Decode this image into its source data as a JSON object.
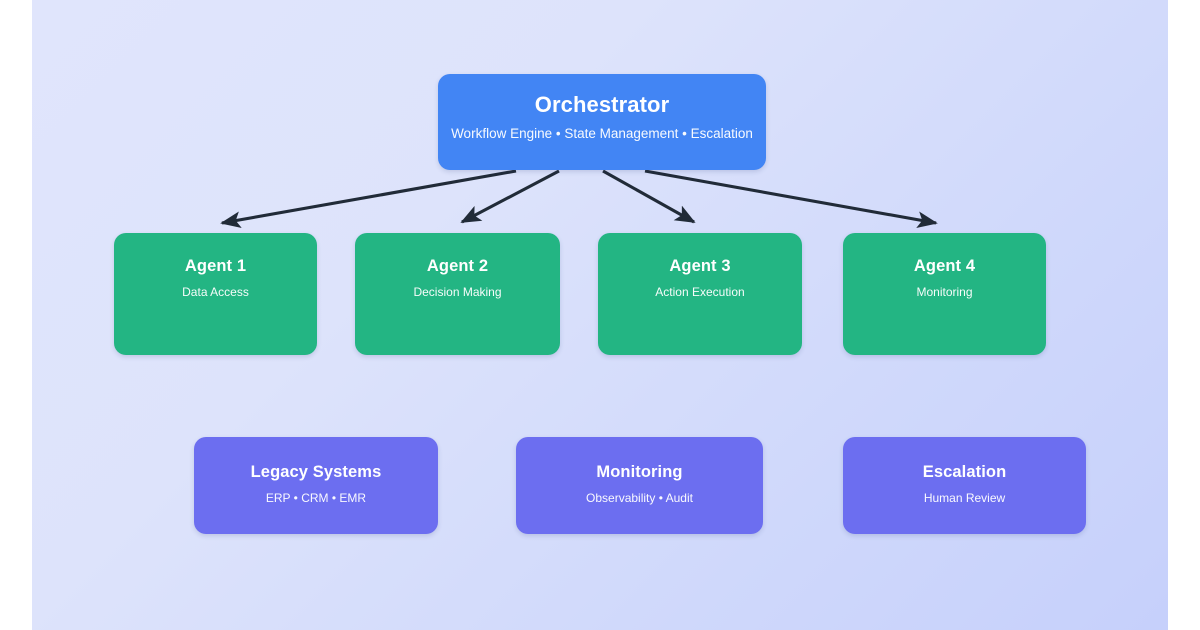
{
  "diagram": {
    "type": "orchestration-hierarchy",
    "background_color": "#dde3fb",
    "background_gradient_from": "#e0e5fc",
    "background_gradient_to": "#c6d0fb",
    "page_background": "#ffffff"
  },
  "orchestrator": {
    "title": "Orchestrator",
    "subtitle": "Workflow Engine • State Management • Escalation",
    "color": "#4285f4"
  },
  "agents": {
    "color": "#23b583",
    "items": [
      {
        "title": "Agent 1",
        "subtitle": "Data Access"
      },
      {
        "title": "Agent 2",
        "subtitle": "Decision Making"
      },
      {
        "title": "Agent 3",
        "subtitle": "Action Execution"
      },
      {
        "title": "Agent 4",
        "subtitle": "Monitoring"
      }
    ]
  },
  "support": {
    "color": "#6c6ef0",
    "items": [
      {
        "title": "Legacy Systems",
        "subtitle": "ERP • CRM • EMR"
      },
      {
        "title": "Monitoring",
        "subtitle": "Observability • Audit"
      },
      {
        "title": "Escalation",
        "subtitle": "Human Review"
      }
    ]
  },
  "connectors": {
    "color": "#212b38",
    "style": "solid-arrow",
    "count": 4,
    "edges": [
      {
        "from": "Orchestrator",
        "to": "Agent 1"
      },
      {
        "from": "Orchestrator",
        "to": "Agent 2"
      },
      {
        "from": "Orchestrator",
        "to": "Agent 3"
      },
      {
        "from": "Orchestrator",
        "to": "Agent 4"
      }
    ]
  }
}
